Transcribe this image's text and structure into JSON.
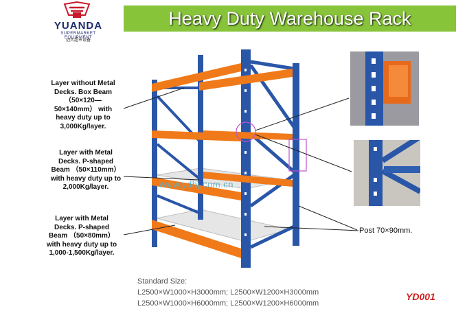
{
  "logo": {
    "name": "YUANDA",
    "subtitle": "SUPERMARKET EQUIPMENT",
    "chinese": "远大超市设备"
  },
  "banner": {
    "title": "Heavy Duty Warehouse Rack",
    "color": "#88c43a"
  },
  "notes": [
    {
      "l1": "Layer without Metal",
      "l2": "Decks. Box Beam",
      "l3": "（50×120—",
      "l4": "50×140mm） with",
      "l5": "heavy duty up to",
      "l6": "3,000Kg/layer."
    },
    {
      "l1": "Layer with Metal",
      "l2": "Decks. P-shaped",
      "l3": "Beam （50×110mm）",
      "l4": "with heavy duty up to",
      "l5": "2,000Kg/layer."
    },
    {
      "l1": "Layer with Metal",
      "l2": "Decks. P-shaped",
      "l3": "Beam （50×80mm）",
      "l4": "with heavy duty up to",
      "l5": "1,000-1,500Kg/layer."
    }
  ],
  "post_label": "Post 70×90mm.",
  "standard": {
    "title": "Standard Size:",
    "line1": "L2500×W1000×H3000mm; L2500×W1200×H3000mm",
    "line2": "L2500×W1000×H6000mm; L2500×W1200×H6000mm"
  },
  "model": "YD001",
  "watermark": "www.ydhj.com.cn",
  "colors": {
    "upright": "#2a56a8",
    "beam": "#f07a1a",
    "deck": "#e8e8e8",
    "model": "#d01f1f"
  }
}
